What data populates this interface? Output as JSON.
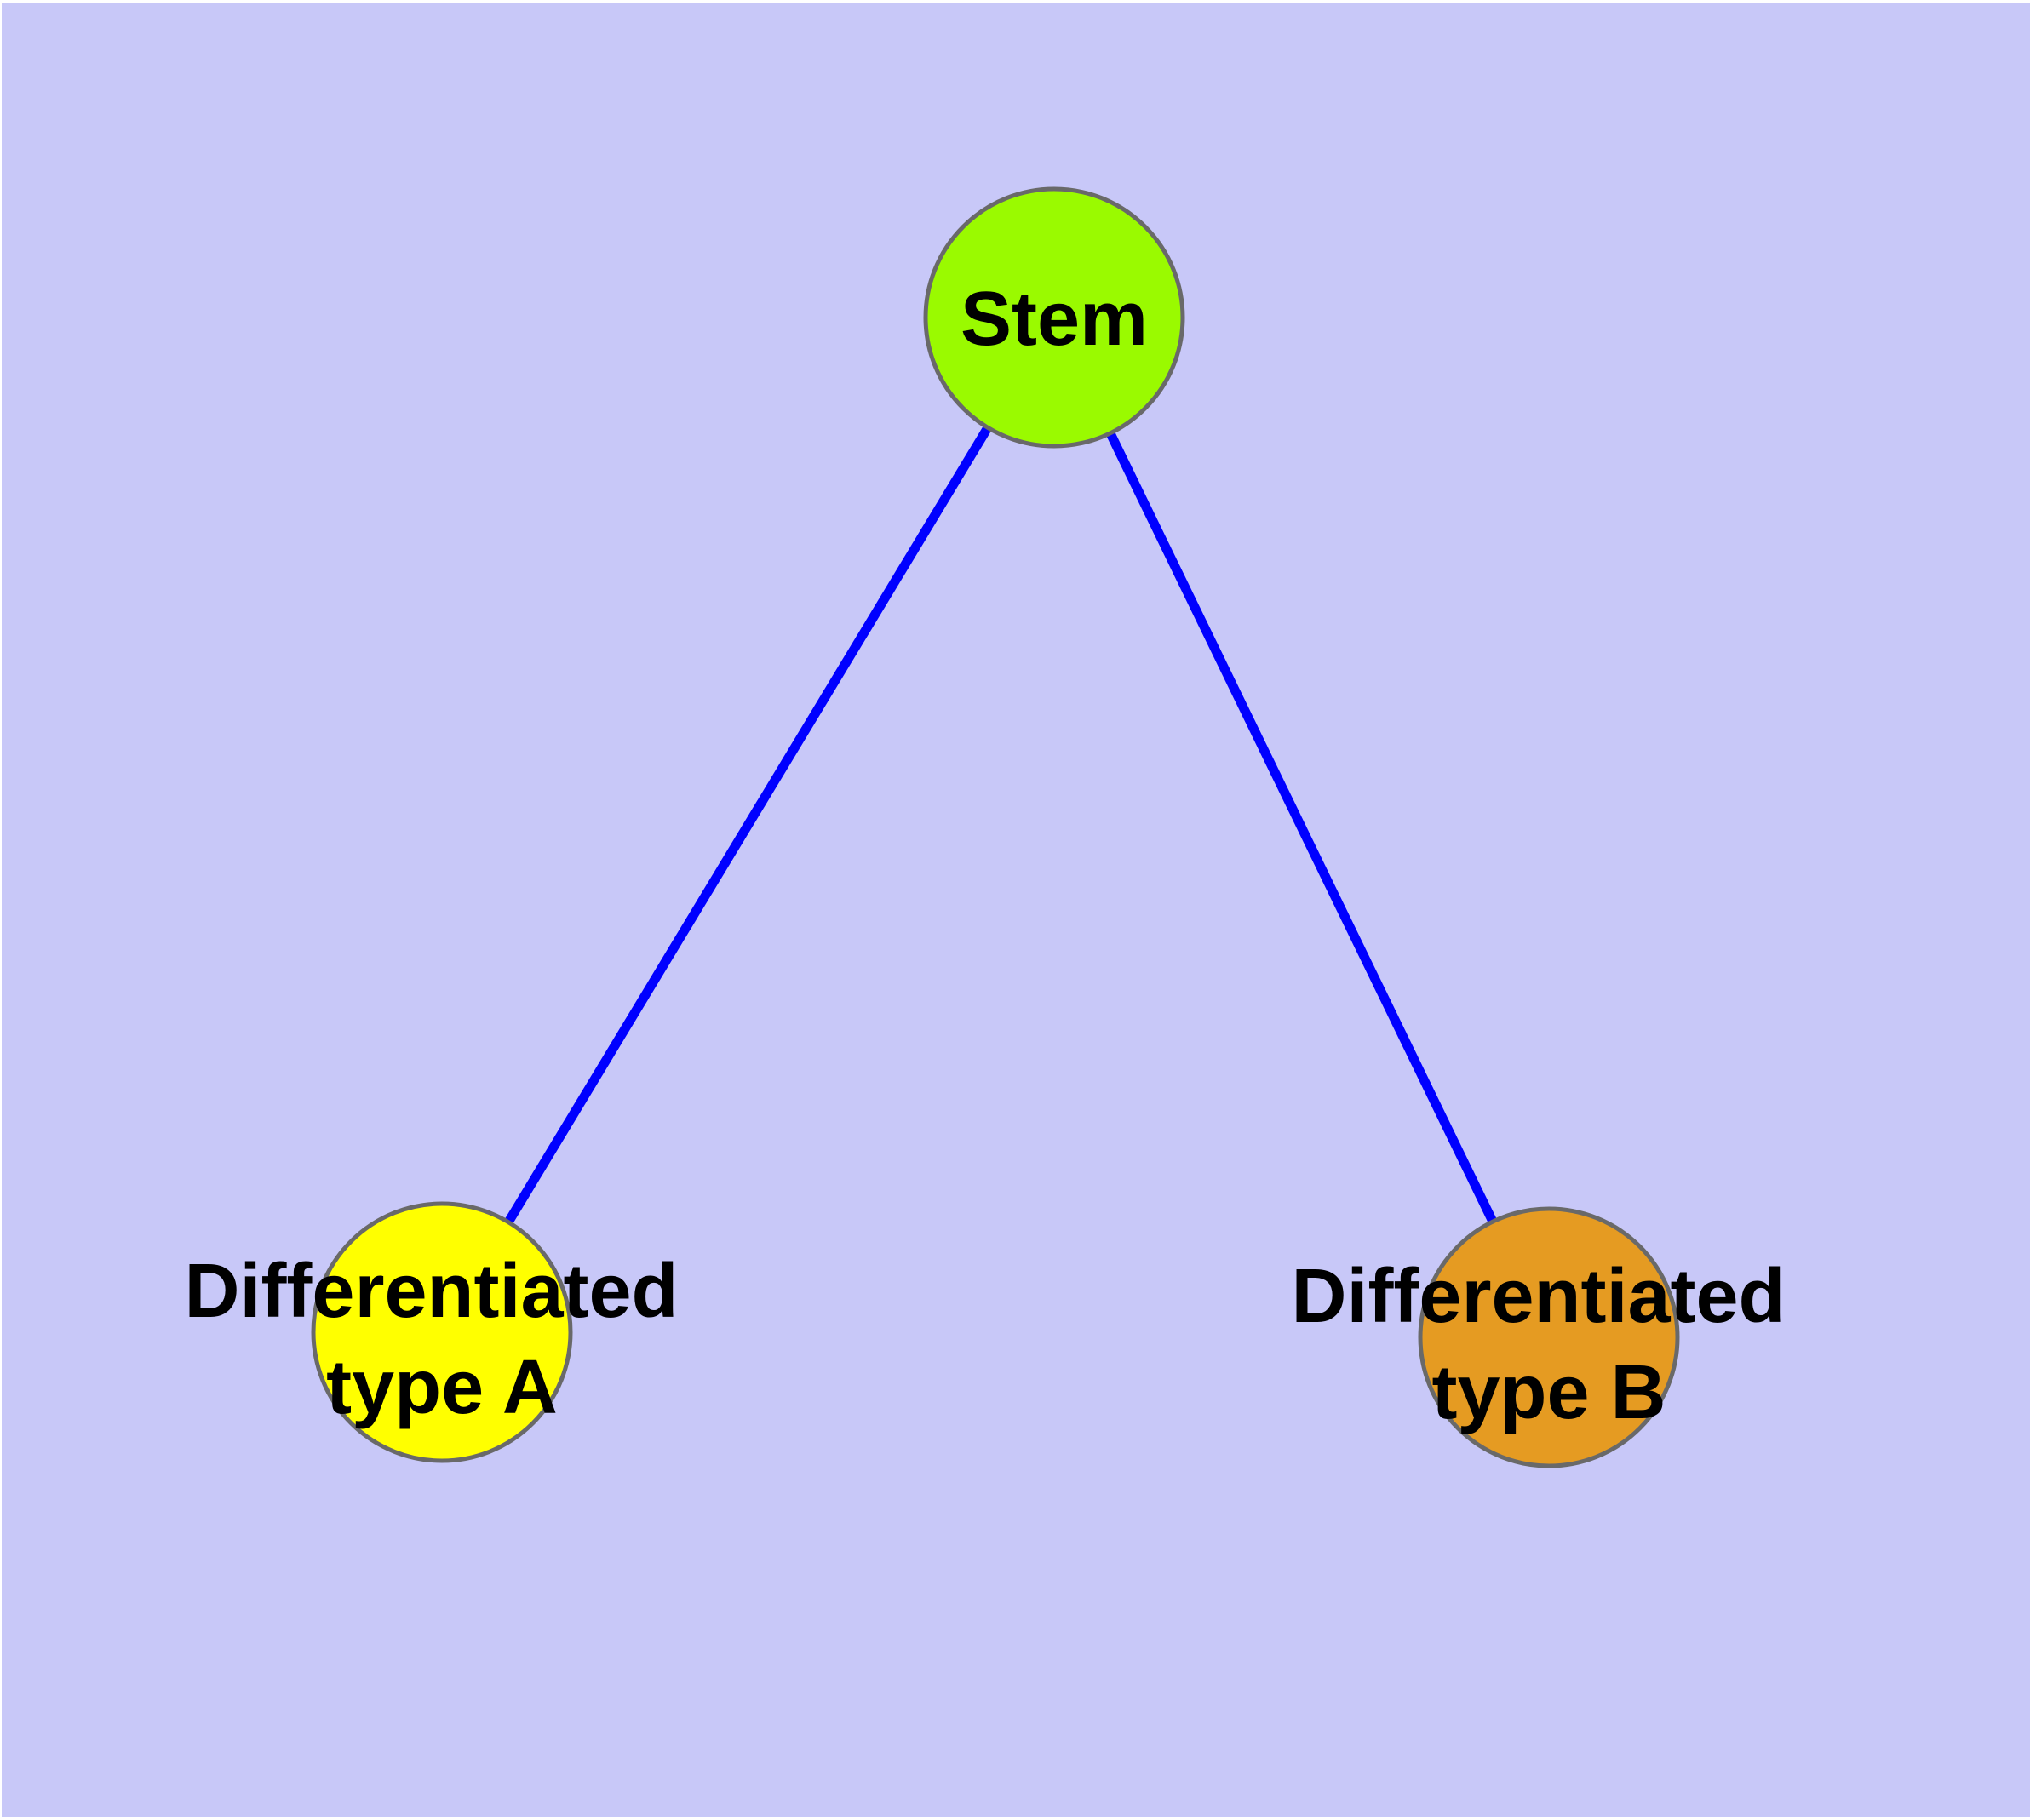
{
  "canvas": {
    "background_color": "#C8C8F8",
    "margin_color": "#FFFFFF"
  },
  "edges": {
    "color": "#0000FF",
    "items": [
      {
        "from": "Stem",
        "to": "Differentiated type A"
      },
      {
        "from": "Stem",
        "to": "Differentiated type B"
      }
    ]
  },
  "nodes": {
    "border_color": "#696969",
    "text_color": "#000000",
    "stem": {
      "label": "Stem",
      "fill": "#9AFA00"
    },
    "diff_a": {
      "label": "Differentiated type A",
      "label_line1": "Differentiated",
      "label_line2": "type A",
      "fill": "#FFFF00"
    },
    "diff_b": {
      "label": "Differentiated type B",
      "label_line1": "Differentiated",
      "label_line2": "type B",
      "fill": "#E59B22"
    }
  }
}
